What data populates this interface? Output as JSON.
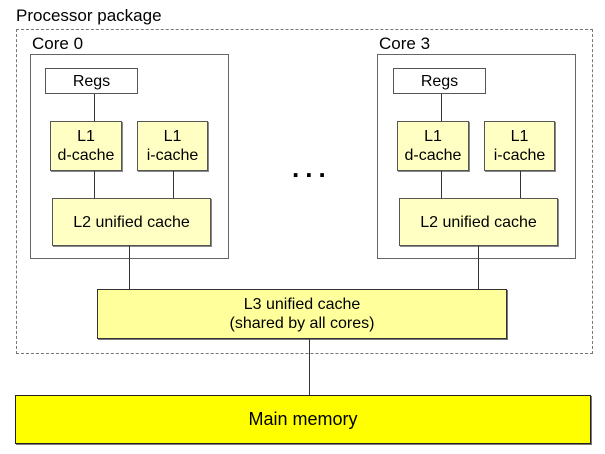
{
  "package": {
    "label": "Processor package"
  },
  "cores": [
    {
      "label": "Core 0",
      "regs": "Regs",
      "l1d": {
        "line1": "L1",
        "line2": "d-cache"
      },
      "l1i": {
        "line1": "L1",
        "line2": "i-cache"
      },
      "l2": "L2 unified cache"
    },
    {
      "label": "Core 3",
      "regs": "Regs",
      "l1d": {
        "line1": "L1",
        "line2": "d-cache"
      },
      "l1i": {
        "line1": "L1",
        "line2": "i-cache"
      },
      "l2": "L2 unified cache"
    }
  ],
  "ellipsis": "...",
  "l3": {
    "line1": "L3 unified cache",
    "line2": "(shared by all cores)"
  },
  "main_memory": "Main memory",
  "colors": {
    "l1_l2_fill": "#ffffc4",
    "l3_fill": "#ffff9c",
    "main_memory_fill": "#ffff00"
  }
}
